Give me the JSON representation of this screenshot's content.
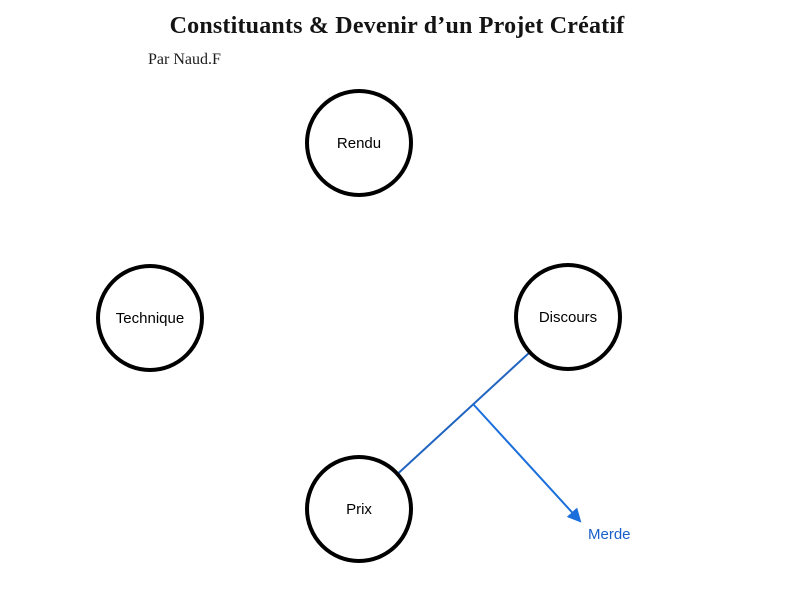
{
  "page": {
    "title": "Constituants & Devenir d’un Projet Créatif",
    "subtitle": "Par Naud.F"
  },
  "diagram": {
    "nodes": [
      {
        "id": "rendu",
        "label": "Rendu"
      },
      {
        "id": "technique",
        "label": "Technique"
      },
      {
        "id": "discours",
        "label": "Discours"
      },
      {
        "id": "prix",
        "label": "Prix"
      }
    ],
    "connections": [
      {
        "from": "Discours",
        "to": "Prix",
        "style": "line"
      },
      {
        "from": "Discours-Prix line midpoint",
        "to": "Merde",
        "style": "arrow"
      }
    ],
    "arrow_label": "Merde",
    "colors": {
      "node_stroke": "#000000",
      "node_fill": "#ffffff",
      "line_blue": "#2165c0",
      "arrow_blue": "#1a6fdc",
      "arrow_label_blue": "#1a5ec9"
    }
  }
}
